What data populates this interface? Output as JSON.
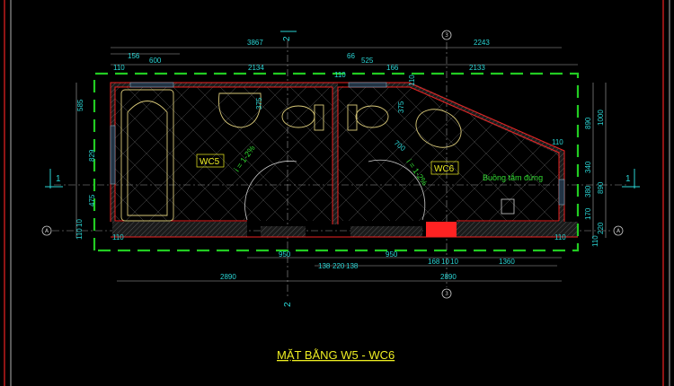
{
  "title": "MẶT BẰNG W5 - WC6",
  "rooms": {
    "wc5": "WC5",
    "wc6": "WC6",
    "shower": "Buồng tắm đứng"
  },
  "slope_labels": [
    "i = 1-2%",
    "i = 1-2%"
  ],
  "axis_markers": {
    "grid_3": "3",
    "grid_a": "A",
    "section_1": "1",
    "section_2": "2"
  },
  "dims_top": [
    "3867",
    "2243",
    "156",
    "600",
    "2134",
    "66",
    "525",
    "166",
    "2133",
    "110",
    "110",
    "110"
  ],
  "dims_left": [
    "585",
    "829",
    "475",
    "110",
    "10"
  ],
  "dims_right": [
    "1000",
    "890",
    "340",
    "380",
    "890",
    "170",
    "220",
    "110",
    "110"
  ],
  "dims_bottom": [
    "950",
    "138",
    "220",
    "138",
    "950",
    "168",
    "10",
    "10",
    "1360",
    "2890",
    "2890",
    "110",
    "110"
  ],
  "dims_fixtures": [
    "375",
    "375",
    "700"
  ],
  "colors": {
    "background": "#000000",
    "walls": "#ee2222",
    "dimensions": "#2ad4d4",
    "outline": "#22cc22",
    "fixtures": "#d8c878",
    "labels": "#eeee22"
  }
}
